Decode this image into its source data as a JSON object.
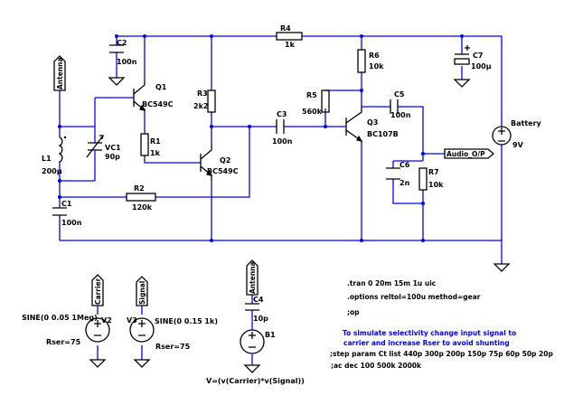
{
  "components": {
    "r1": {
      "name": "R1",
      "value": "1k"
    },
    "r2": {
      "name": "R2",
      "value": "120k"
    },
    "r3": {
      "name": "R3",
      "value": "2k2"
    },
    "r4": {
      "name": "R4",
      "value": "1k"
    },
    "r5": {
      "name": "R5",
      "value": "560k"
    },
    "r6": {
      "name": "R6",
      "value": "10k"
    },
    "r7": {
      "name": "R7",
      "value": "10k"
    },
    "c1": {
      "name": "C1",
      "value": "100n"
    },
    "c2": {
      "name": "C2",
      "value": "100n"
    },
    "c3": {
      "name": "C3",
      "value": "100n"
    },
    "c4": {
      "name": "C4",
      "value": "10p"
    },
    "c5": {
      "name": "C5",
      "value": "100n"
    },
    "c6": {
      "name": "C6",
      "value": "2n"
    },
    "c7": {
      "name": "C7",
      "value": "100µ"
    },
    "vc1": {
      "name": "VC1",
      "value": "90p"
    },
    "l1": {
      "name": "L1",
      "value": "200µ"
    },
    "q1": {
      "name": "Q1",
      "value": "BC549C"
    },
    "q2": {
      "name": "Q2",
      "value": "BC549C"
    },
    "q3": {
      "name": "Q3",
      "value": "BC107B"
    },
    "battery": {
      "name": "Battery",
      "value": "9V"
    },
    "v2": {
      "name": "V2",
      "value": "SINE(0 0.05 1Meg)",
      "rser": "Rser=75"
    },
    "v3": {
      "name": "V3",
      "value": "SINE(0 0.15 1k)",
      "rser": "Rser=75"
    },
    "b1": {
      "name": "B1",
      "value": "V=(v(Carrier)*v(Signal))"
    }
  },
  "nets": {
    "antenna_top": "Antenna",
    "antenna_bottom": "Antenna",
    "carrier": "Carrier",
    "signal": "Signal",
    "audio_out": "Audio_O/P"
  },
  "directives": {
    "tran": ".tran 0 20m 15m 1u uic",
    "options": ".options reltol=100u method=gear",
    "op": ";op",
    "step": ";step param Ct list 440p 300p 200p 150p 75p 60p 50p 20p",
    "ac": ";ac dec 100 500k 2000k"
  },
  "comment": {
    "line1": "To simulate selectivity change input signal to",
    "line2": "carrier and increase Rser to avoid shunting"
  },
  "colors": {
    "wire": "#0000ff",
    "component": "#000000",
    "comment_text": "#0000ff",
    "background": "#ffffff"
  }
}
